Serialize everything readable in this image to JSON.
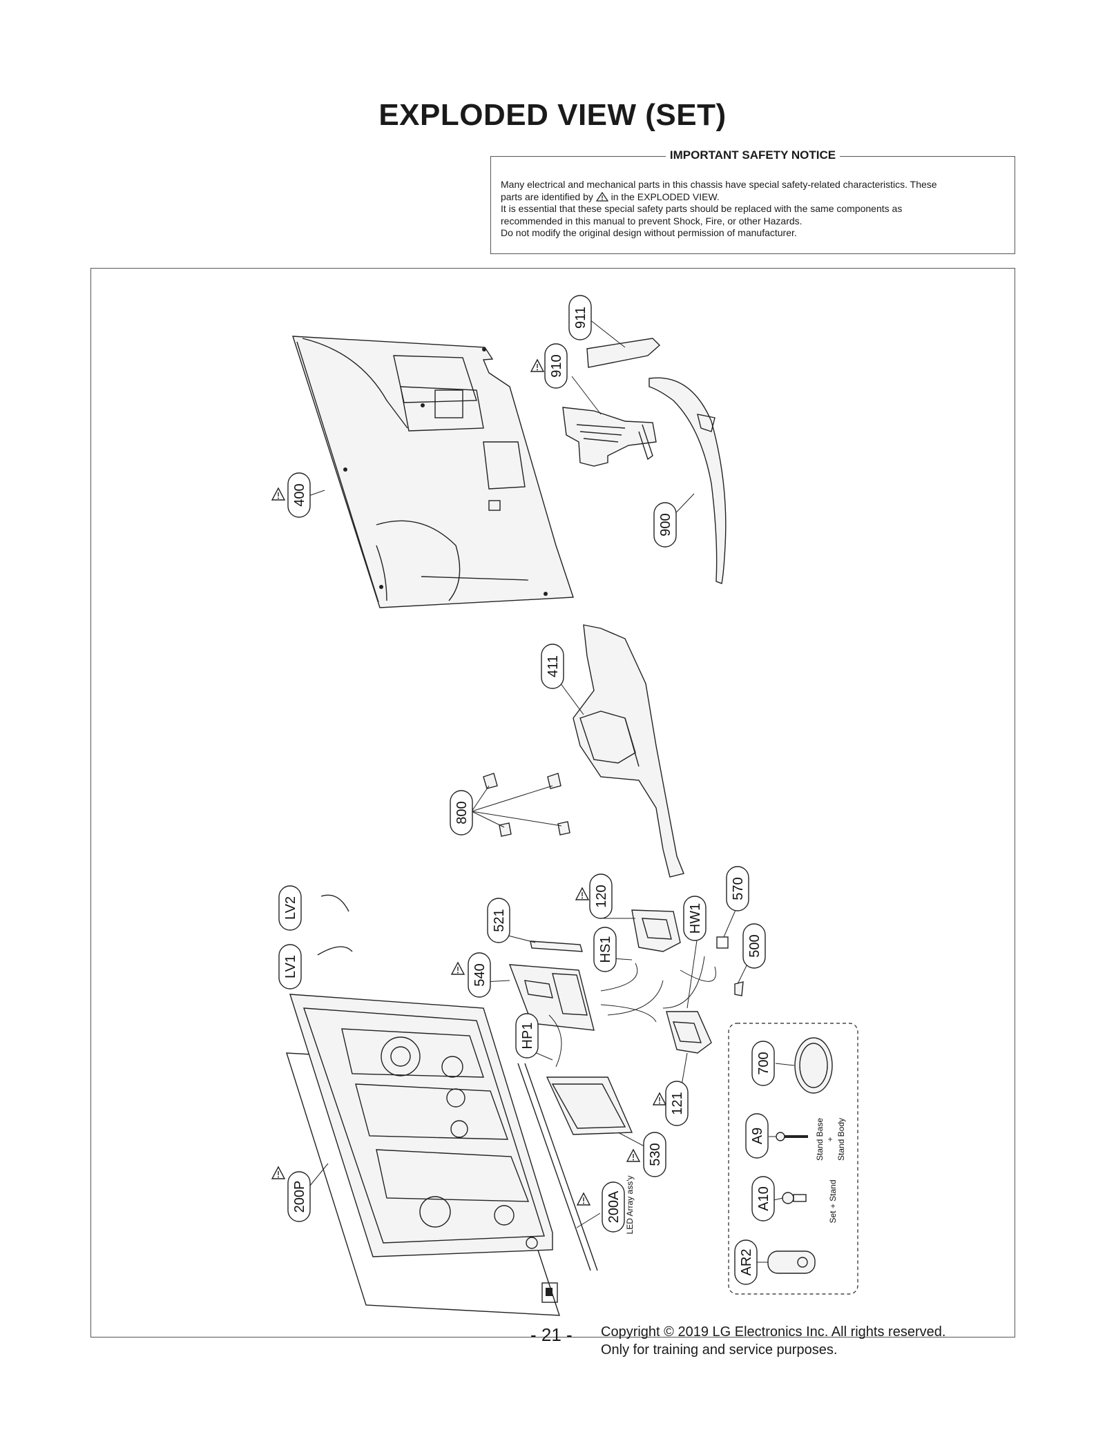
{
  "page": {
    "title": "EXPLODED VIEW (SET)",
    "page_number": "- 21 -",
    "copyright_line1": "Copyright © 2019 LG Electronics Inc. All rights reserved.",
    "copyright_line2": "Only for training and service purposes."
  },
  "safety_notice": {
    "heading": "IMPORTANT SAFETY NOTICE",
    "line1": "Many electrical and mechanical parts in this chassis have special safety-related characteristics. These",
    "line2_before": "parts are identified by",
    "line2_after": "in the EXPLODED VIEW.",
    "line3": "It is essential that these special safety parts should be replaced with the same components as",
    "line4": "recommended in this manual to prevent Shock, Fire, or other Hazards.",
    "line5": "Do not modify the original design without permission of manufacturer."
  },
  "parts": {
    "p911": "911",
    "p910": "910",
    "p400": "400",
    "p900": "900",
    "p411": "411",
    "p800": "800",
    "pLV2": "LV2",
    "pLV1": "LV1",
    "p521": "521",
    "p120": "120",
    "pHS1": "HS1",
    "pHW1": "HW1",
    "p570": "570",
    "p500": "500",
    "p540": "540",
    "pHP1": "HP1",
    "p700": "700",
    "p121": "121",
    "pA9": "A9",
    "p530": "530",
    "p200P": "200P",
    "p200A": "200A",
    "pA10": "A10",
    "pAR2": "AR2"
  },
  "annotations": {
    "led_array": "LED Array ass'y",
    "stand_base": "Stand Base",
    "plus": "+",
    "stand_body": "Stand Body",
    "set_stand": "Set + Stand"
  },
  "icons": {
    "safety_mark": "warning-triangle-icon"
  }
}
